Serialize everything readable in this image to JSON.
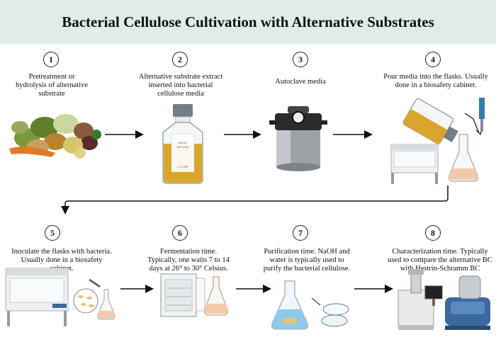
{
  "title": "Bacterial Cellulose Cultivation with Alternative Substrates",
  "steps": [
    {
      "number": "1",
      "text": "Pretreatment or hydrolysis of alternative substrate"
    },
    {
      "number": "2",
      "text": "Alternative substrate extract inserted into bacterial cellulose media"
    },
    {
      "number": "3",
      "text": "Autoclave media"
    },
    {
      "number": "4",
      "text": "Pour media into the flasks. Usually done in a biosafety cabinet."
    },
    {
      "number": "5",
      "text": "Inoculate the flasks with bacteria. Usually done in a biosafety cabinet."
    },
    {
      "number": "6",
      "text": "Fermentation time. Typically, one waits 7 to 14 days at 26° to 30° Celsius."
    },
    {
      "number": "7",
      "text": "Purification time. NaOH and water is typically used to purify the bacterial cellulose."
    },
    {
      "number": "8",
      "text": "Characterization time. Typically used to compare the alternative BC with Hestrin-Schramm BC"
    }
  ],
  "bottle_label": {
    "line1": "BASAL",
    "line2": "MEDIUM",
    "line3": "1 LITRE"
  },
  "colors": {
    "title_bg": "#dfecea",
    "media": "#d9a52a",
    "flask_liquid": "#f2c9ad",
    "purification_liquid": "#8ec9ee"
  }
}
